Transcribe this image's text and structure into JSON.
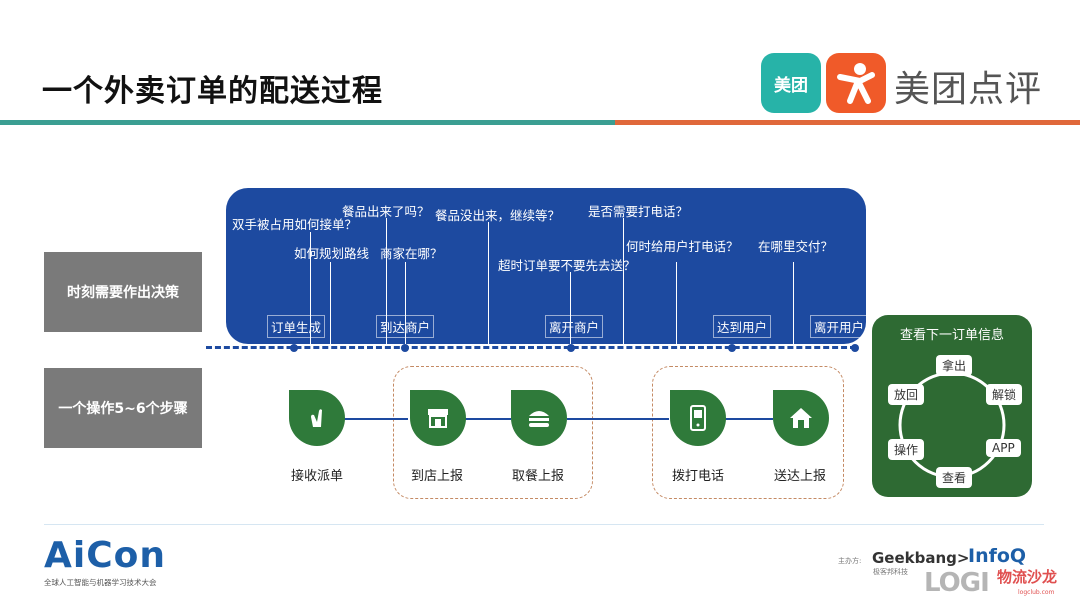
{
  "title": "一个外卖订单的配送过程",
  "brand": {
    "meituan_icon": "美团",
    "name": "美团点评",
    "colors": {
      "teal": "#3b9e92",
      "orange": "#e0683b",
      "blue": "#1d4aa0",
      "green": "#2e6a33"
    }
  },
  "left_labels": [
    "时刻需要作出决策",
    "一个操作5~6个步骤"
  ],
  "questions": [
    "双手被占用如何接单？",
    "如何规划路线",
    "餐品出来了吗？",
    "商家在哪？",
    "餐品没出来，继续等？",
    "超时订单要不要先去送？",
    "是否需要打电话？",
    "何时给用户打电话？",
    "在哪里交付？"
  ],
  "stages": [
    "订单生成",
    "到达商户",
    "离开商户",
    "达到用户",
    "离开用户"
  ],
  "steps": [
    {
      "label": "接收派单",
      "icon": "hand-tap-icon"
    },
    {
      "label": "到店上报",
      "icon": "store-icon"
    },
    {
      "label": "取餐上报",
      "icon": "burger-icon"
    },
    {
      "label": "拨打电话",
      "icon": "phone-icon"
    },
    {
      "label": "送达上报",
      "icon": "home-icon"
    }
  ],
  "next_order": {
    "title": "查看下一订单信息",
    "cycle": [
      "拿出",
      "解锁",
      "APP",
      "查看",
      "操作",
      "放回"
    ]
  },
  "footer": {
    "aicon": "AiCon",
    "aicon_sub": "全球人工智能与机器学习技术大会",
    "sponsor": "主办方:",
    "geekbang": "Geekbang>",
    "geekbang_sub": "极客邦科技",
    "infoq": "InfoQ",
    "watermark": "物流沙龙",
    "watermark_url": "logclub.com",
    "logi": "LOGI"
  }
}
